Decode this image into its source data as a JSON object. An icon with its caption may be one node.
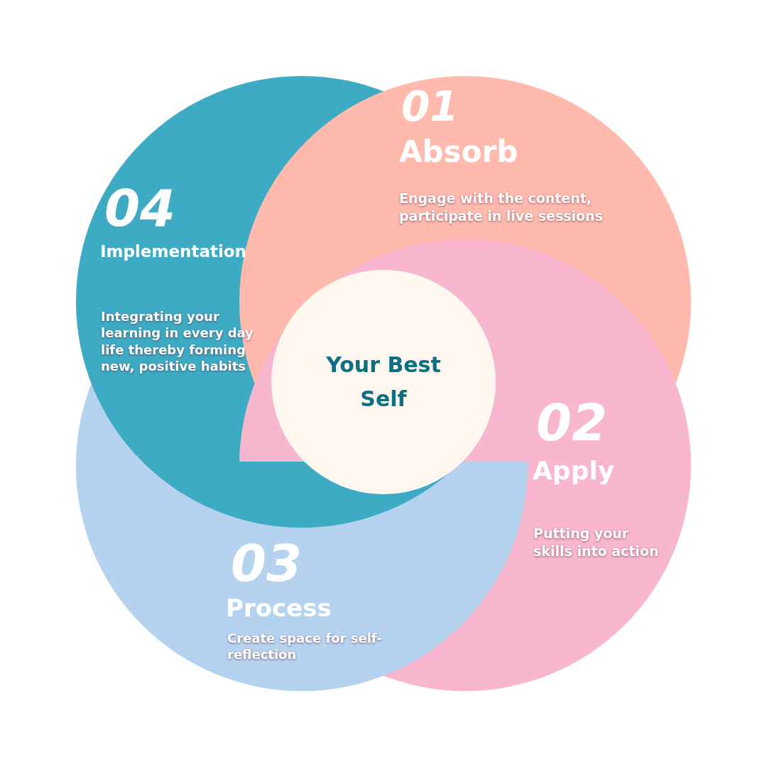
{
  "diagram": {
    "nodes": [
      {
        "text": [
          "01",
          "Absorb",
          "Engage with the content, participate in live sessions"
        ]
      },
      {
        "text": [
          "02",
          "Apply",
          "Putting your skills into action"
        ]
      },
      {
        "text": [
          "03",
          "Process",
          "Create space for self-reflection"
        ]
      },
      {
        "text": [
          "04",
          "Implementation",
          "Integrating your learning in every day life thereby forming new, positive habits"
        ]
      },
      {
        "text": [
          "Your Best Self"
        ]
      }
    ],
    "edges": []
  }
}
